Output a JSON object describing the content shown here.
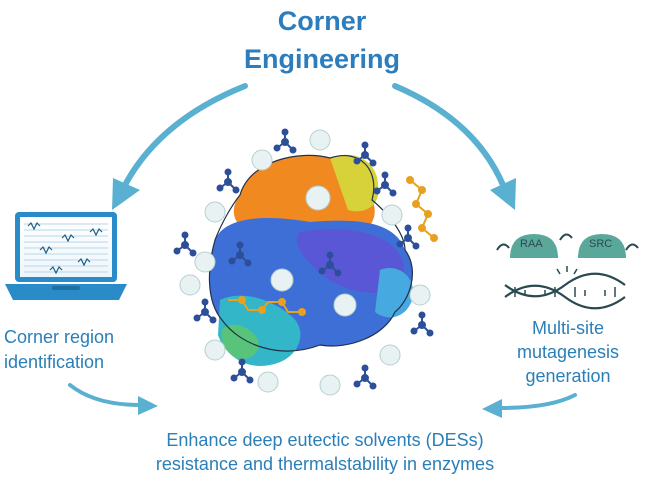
{
  "title": {
    "line1": "Corner",
    "line2": "Engineering"
  },
  "left_label": {
    "line1": "Corner region",
    "line2": "identification"
  },
  "right_label": {
    "line1": "Multi-site",
    "line2": "mutagenesis",
    "line3": "generation"
  },
  "bottom_label": {
    "line1": "Enhance deep eutectic solvents (DESs)",
    "line2": "resistance and thermalstability in enzymes"
  },
  "mutation_tags": [
    "RAA",
    "SRC"
  ],
  "icons": [
    "laptop-icon",
    "protein-structure-icon",
    "dna-helix-icon",
    "ribosome-icon"
  ],
  "colors": {
    "accent": "#2b7dbe",
    "arrow": "#5ab0d0",
    "laptop": "#2a8bc9"
  }
}
